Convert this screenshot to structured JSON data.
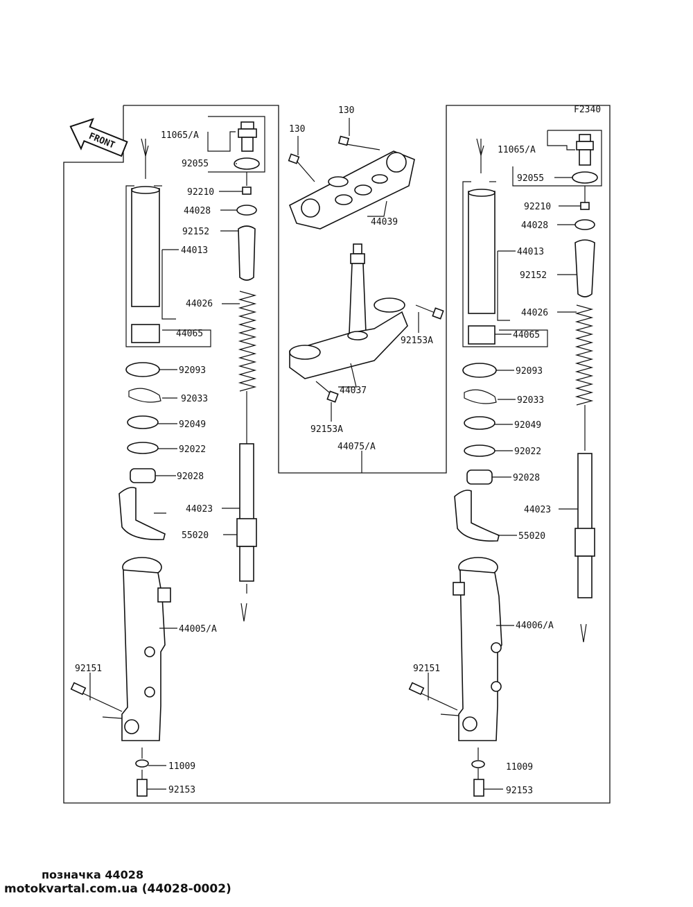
{
  "figure_code": "F2340",
  "front_label": "FRONT",
  "left_fork": {
    "top_labels": [
      "11065/A",
      "92055",
      "92210",
      "44028",
      "92152",
      "44013",
      "44026",
      "44065"
    ],
    "mid_labels": [
      "92093",
      "92033",
      "92049",
      "92022",
      "92028",
      "44023",
      "55020"
    ],
    "lower_labels": [
      "44005/A",
      "92151",
      "11009",
      "92153"
    ]
  },
  "right_fork": {
    "top_labels": [
      "11065/A",
      "92055",
      "92210",
      "44028",
      "44013",
      "92152",
      "44026",
      "44065"
    ],
    "mid_labels": [
      "92093",
      "92033",
      "92049",
      "92022",
      "92028",
      "44023",
      "55020"
    ],
    "lower_labels": [
      "44006/A",
      "92151",
      "11009",
      "92153"
    ]
  },
  "steering": {
    "labels": [
      "130",
      "130",
      "44039",
      "92153A",
      "44037",
      "92153A",
      "44075/A"
    ]
  },
  "footer": {
    "caption": "позначка 44028",
    "source": "motokvartal.com.ua (44028-0002)"
  }
}
